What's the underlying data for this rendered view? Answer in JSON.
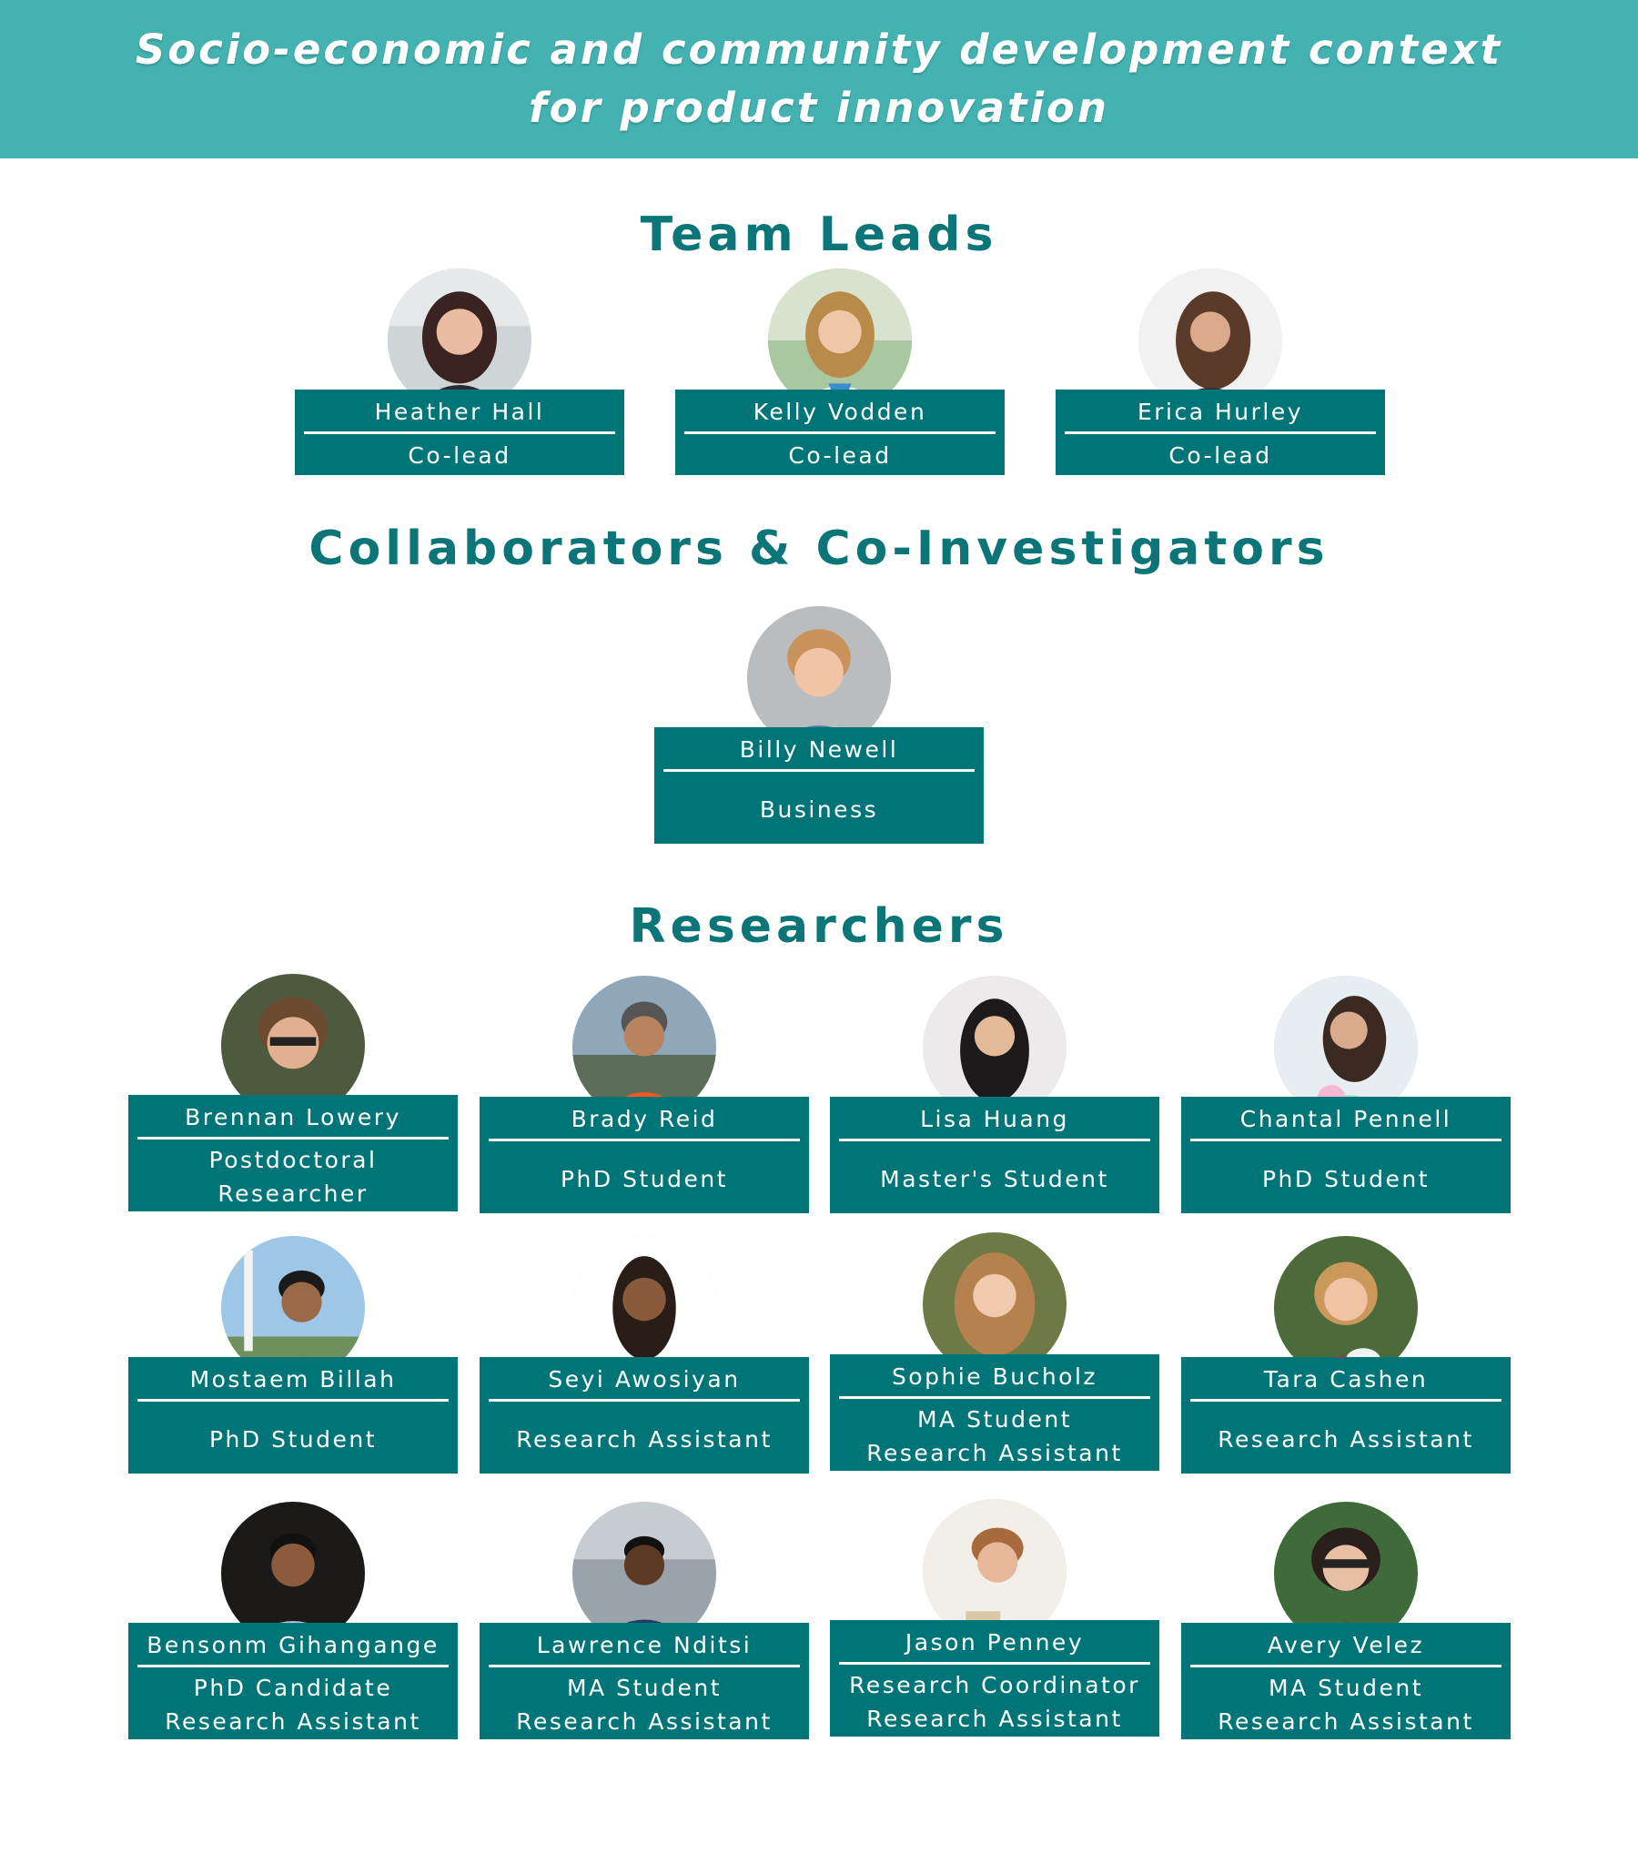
{
  "header": {
    "title_line1": "Socio-economic and community development context",
    "title_line2": "for product innovation"
  },
  "sections": {
    "team_leads": "Team Leads",
    "collaborators": "Collaborators & Co-Investigators",
    "researchers": "Researchers"
  },
  "team_leads": [
    {
      "name": "Heather Hall",
      "role1": "Co-lead",
      "role2": ""
    },
    {
      "name": "Kelly Vodden",
      "role1": "Co-lead",
      "role2": ""
    },
    {
      "name": "Erica Hurley",
      "role1": "Co-lead",
      "role2": ""
    }
  ],
  "collaborators": [
    {
      "name": "Billy Newell",
      "role1": "Business",
      "role2": ""
    }
  ],
  "researchers": [
    {
      "name": "Brennan Lowery",
      "role1": "Postdoctoral",
      "role2": "Researcher"
    },
    {
      "name": "Brady Reid",
      "role1": "PhD Student",
      "role2": ""
    },
    {
      "name": "Lisa Huang",
      "role1": "Master's Student",
      "role2": ""
    },
    {
      "name": "Chantal Pennell",
      "role1": "PhD Student",
      "role2": ""
    },
    {
      "name": "Mostaem Billah",
      "role1": "PhD Student",
      "role2": ""
    },
    {
      "name": "Seyi Awosiyan",
      "role1": "Research Assistant",
      "role2": ""
    },
    {
      "name": "Sophie Bucholz",
      "role1": "MA Student",
      "role2": "Research Assistant"
    },
    {
      "name": "Tara Cashen",
      "role1": "Research Assistant",
      "role2": ""
    },
    {
      "name": "Bensonm Gihangange",
      "role1": "PhD Candidate",
      "role2": "Research Assistant"
    },
    {
      "name": "Lawrence Nditsi",
      "role1": "MA Student",
      "role2": "Research Assistant"
    },
    {
      "name": "Jason Penney",
      "role1": "Research Coordinator",
      "role2": "Research Assistant"
    },
    {
      "name": "Avery Velez",
      "role1": "MA Student",
      "role2": "Research Assistant"
    }
  ],
  "colors": {
    "banner": "#43b2b0",
    "heading": "#0b7577",
    "card": "#007577",
    "card_text": "#ffffff"
  }
}
